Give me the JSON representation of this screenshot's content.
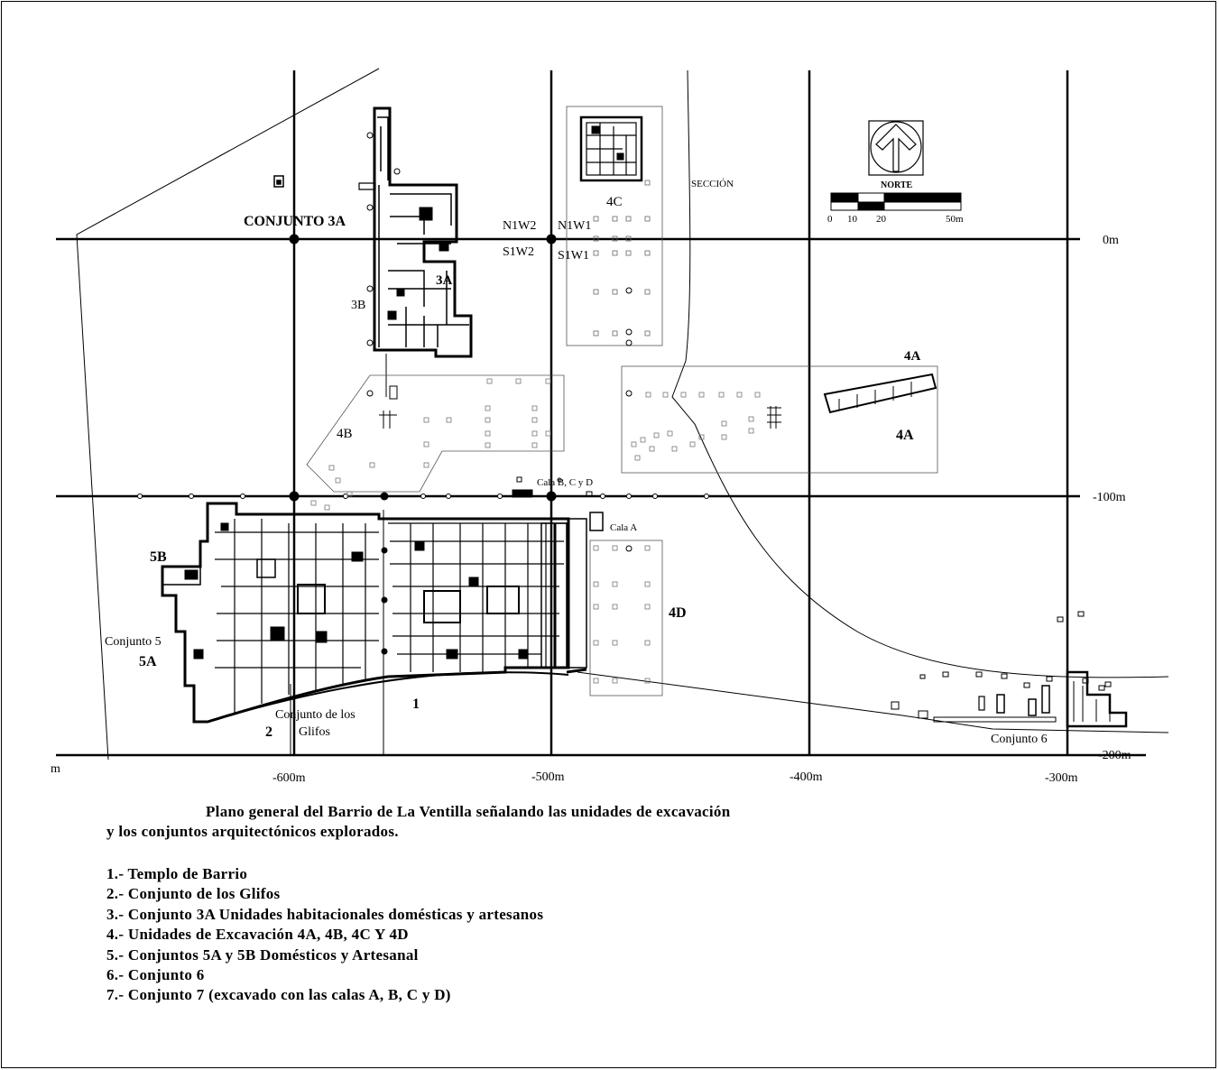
{
  "title": {
    "line1": "Plano general del Barrio de La Ventilla señalando las unidades de excavación",
    "line2": "y los conjuntos arquitectónicos explorados."
  },
  "legend": [
    "1.- Templo de Barrio",
    "2.- Conjunto de los Glifos",
    "3.- Conjunto 3A Unidades habitacionales domésticas y artesanos",
    "4.- Unidades de Excavación 4A, 4B, 4C Y 4D",
    "5.- Conjuntos 5A y 5B Domésticos y Artesanal",
    "6.- Conjunto 6",
    "7.- Conjunto 7 (excavado con las calas A, B, C y D)"
  ],
  "map": {
    "x_axis_labels": [
      "-600m",
      "-500m",
      "-400m",
      "-300m"
    ],
    "x_axis_unit": "m",
    "y_axis_labels": [
      "0m",
      "-100m",
      "-200m"
    ],
    "grid_cells": {
      "n1w2": "N1W2",
      "n1w1": "N1W1",
      "s1w2": "S1W2",
      "s1w1": "S1W1"
    },
    "section_label": "SECCIÓN",
    "north_label": "NORTE",
    "scale_labels": [
      "0",
      "10",
      "20",
      "50m"
    ],
    "units": {
      "conjunto_3a": "CONJUNTO 3A",
      "u3a": "3A",
      "u3b": "3B",
      "u4a_top": "4A",
      "u4a": "4A",
      "u4b": "4B",
      "u4c": "4C",
      "u4d": "4D",
      "u5a": "5A",
      "u5b": "5B",
      "conjunto5": "Conjunto 5",
      "conjunto6": "Conjunto 6",
      "templo": "1",
      "glifos_num": "2",
      "glifos_line1": "Conjunto de los",
      "glifos_line2": "Glifos",
      "cala_a": "Cala A",
      "cala_bcd": "Cala B, C y D"
    }
  }
}
